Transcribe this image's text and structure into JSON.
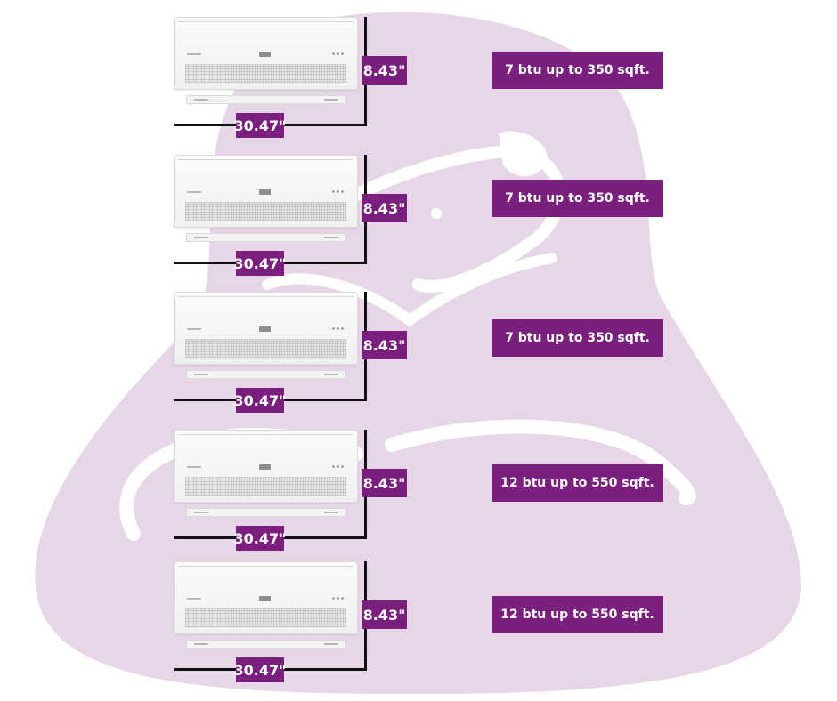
{
  "colors": {
    "accent": "#7a1f7e",
    "background_shape": "#e7d6e8",
    "line": "#111111"
  },
  "units": [
    {
      "height": "8.43\"",
      "width": "30.47\"",
      "capacity": "7 btu up to 350 sqft."
    },
    {
      "height": "8.43\"",
      "width": "30.47\"",
      "capacity": "7 btu up to 350 sqft."
    },
    {
      "height": "8.43\"",
      "width": "30.47\"",
      "capacity": "7 btu up to 350 sqft."
    },
    {
      "height": "8.43\"",
      "width": "30.47\"",
      "capacity": "12 btu up to 550 sqft."
    },
    {
      "height": "8.43\"",
      "width": "30.47\"",
      "capacity": "12 btu up to 550 sqft."
    }
  ]
}
